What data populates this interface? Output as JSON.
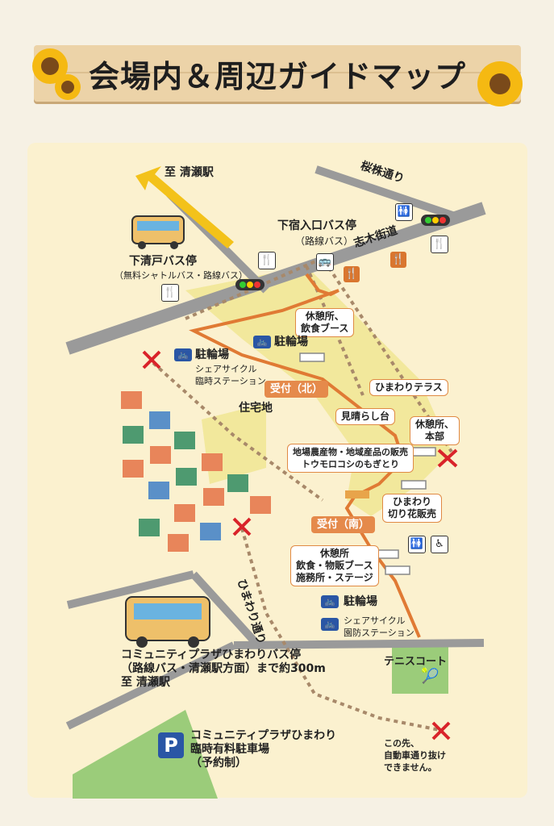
{
  "title": "会場内＆周辺ガイドマップ",
  "labels": {
    "to_kiyose": "至 清瀬駅",
    "sakura_street": "桜株通り",
    "shimojuku_stop": "下宿入口バス停",
    "shimojuku_sub": "（路線バス）",
    "shiki_road": "志木街道",
    "shimokiyoto_stop": "下清戸バス停",
    "shimokiyoto_sub": "（無料シャトルバス・路線バス）",
    "rest_food": "休憩所、\n飲食ブース",
    "bike_parking": "駐輪場",
    "bike_parking2": "駐輪場",
    "share_cycle_temp": "シェアサイクル\n臨時ステーション",
    "reception_north": "受付（北）",
    "residential": "住宅地",
    "himawari_terrace": "ひまわりテラス",
    "viewpoint": "見晴らし台",
    "rest_hq": "休憩所、\n本部",
    "local_products": "地場農産物・地域産品の販売\nトウモロコシのもぎとり",
    "cut_flower": "ひまわり\n切り花販売",
    "reception_south": "受付（南）",
    "rest_stage": "休憩所\n飲食・物販ブース\n施務所・ステージ",
    "bike_parking3": "駐輪場",
    "share_cycle_bousai": "シェアサイクル\n園防ステーション",
    "himawari_street": "ひまわり通り",
    "tennis": "テニスコート",
    "community_stop": "コミュニティプラザひまわりバス停\n（路線バス・清瀬駅方面）まで約300m\n至 清瀬駅",
    "parking": "コミュニティプラザひまわり\n臨時有料駐車場\n（予約制）",
    "no_through": "この先、\n自動車通り抜け\nできません。"
  },
  "icons": {
    "restaurant": "🍴",
    "bus": "🚌",
    "restroom": "🚻",
    "wheelchair": "♿",
    "parking": "P",
    "bicycle": "🚲",
    "tennis": "🎾"
  },
  "colors": {
    "route": "#e07a34",
    "road": "#9a9a9a",
    "park_green": "#9bcc7a",
    "event_area": "#f2e89c",
    "blocked": "#d9232a"
  }
}
